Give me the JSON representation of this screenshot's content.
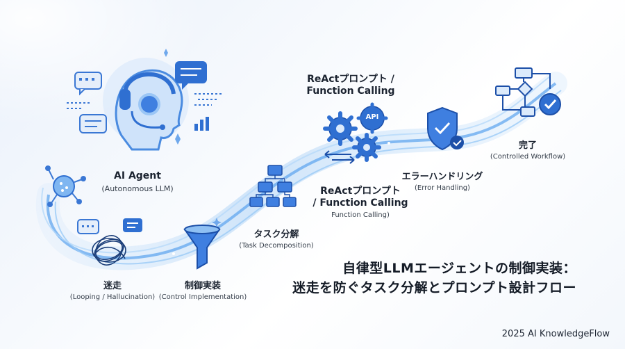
{
  "nodes": {
    "agent": {
      "title": "AI Agent",
      "subtitle": "(Autonomous LLM)"
    },
    "loop": {
      "title": "迷走",
      "subtitle": "(Looping / Hallucination)"
    },
    "control": {
      "title": "制御実装",
      "subtitle": "(Control Implementation)"
    },
    "task": {
      "title": "タスク分解",
      "subtitle": "(Task Decomposition)"
    },
    "react_top": {
      "line1": "ReActプロンプト /",
      "line2": "Function Calling"
    },
    "react_mid": {
      "line1": "ReActプロンプト",
      "line2": "/ Function Calling",
      "subtitle": "Function Calling)"
    },
    "error": {
      "title": "エラーハンドリング",
      "subtitle": "(Error Handling)"
    },
    "done": {
      "title": "完了",
      "subtitle": "(Controlled Workflow)"
    }
  },
  "icons": {
    "api_badge": "API",
    "names": [
      "headset-agent-icon",
      "chat-bubble-icon",
      "bar-chart-icon",
      "network-node-icon",
      "tangle-icon",
      "funnel-icon",
      "hierarchy-icon",
      "gears-icon",
      "shield-check-icon",
      "flowchart-icon"
    ]
  },
  "headline": {
    "line1": "自律型LLMエージェントの制御実装：",
    "line2": "迷走を防ぐタスク分解とプロンプト設計フロー"
  },
  "footer": "2025 AI KnowledgeFlow",
  "colors": {
    "accent": "#2f6fd1",
    "accent_dark": "#1c4fa8",
    "glow": "#8fc3f5"
  }
}
